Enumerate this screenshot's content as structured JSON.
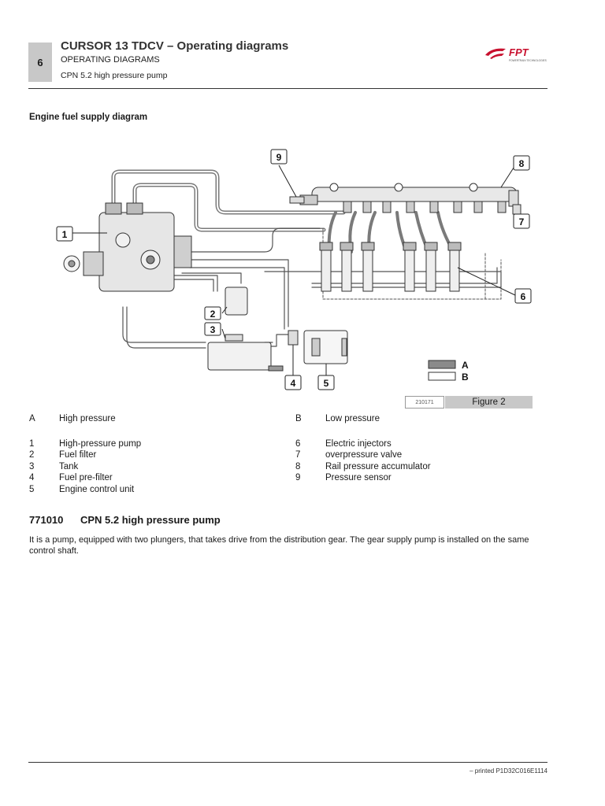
{
  "header": {
    "page_number": "6",
    "title": "CURSOR 13 TDCV – Operating diagrams",
    "subtitle": "OPERATING DIAGRAMS",
    "subsubtitle": "CPN 5.2 high pressure pump",
    "logo_text": "FPT",
    "logo_tagline": "POWERTRAIN TECHNOLOGIES",
    "logo_color": "#c8102e"
  },
  "section_title": "Engine fuel supply diagram",
  "diagram": {
    "callouts": [
      "1",
      "2",
      "3",
      "4",
      "5",
      "6",
      "7",
      "8",
      "9"
    ],
    "legend_keys": [
      "A",
      "B"
    ],
    "high_pressure_color": "#8a8a8a",
    "low_pressure_color": "#ffffff",
    "figure_id": "210171",
    "figure_label": "Figure 2"
  },
  "legend": {
    "pressure": [
      {
        "key": "A",
        "label": "High pressure"
      },
      {
        "key": "B",
        "label": "Low pressure"
      }
    ],
    "left": [
      {
        "key": "1",
        "label": "High-pressure pump"
      },
      {
        "key": "2",
        "label": "Fuel filter"
      },
      {
        "key": "3",
        "label": "Tank"
      },
      {
        "key": "4",
        "label": "Fuel pre-filter"
      },
      {
        "key": "5",
        "label": "Engine control unit"
      }
    ],
    "right": [
      {
        "key": "6",
        "label": "Electric injectors"
      },
      {
        "key": "7",
        "label": "overpressure valve"
      },
      {
        "key": "8",
        "label": "Rail pressure accumulator"
      },
      {
        "key": "9",
        "label": "Pressure sensor"
      }
    ]
  },
  "section2": {
    "number": "771010",
    "title": "CPN 5.2 high pressure pump",
    "text": "It is a pump, equipped with two plungers, that takes drive from the distribution gear. The gear supply pump is installed on the same control shaft."
  },
  "footer": {
    "text": "– printed P1D32C016E1114"
  }
}
